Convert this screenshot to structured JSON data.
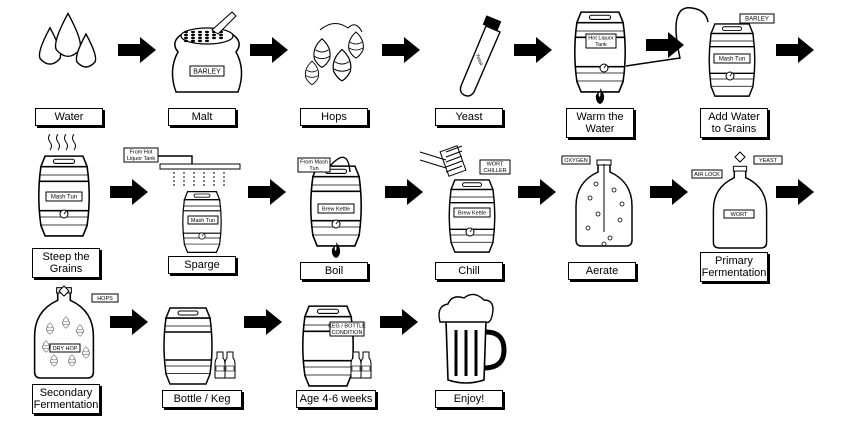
{
  "steps": [
    {
      "label": "Water"
    },
    {
      "label": "Malt",
      "tag": "BARLEY"
    },
    {
      "label": "Hops"
    },
    {
      "label": "Yeast",
      "tag": "Yeast"
    },
    {
      "label": "Warm the\nWater",
      "tag": "Hot Liquor\nTank"
    },
    {
      "label": "Add Water\nto Grains",
      "tag": "Mash Tun",
      "tag2": "BARLEY"
    },
    {
      "label": "Steep the\nGrains",
      "tag": "Mash Tun"
    },
    {
      "label": "Sparge",
      "tag": "Mash Tun",
      "tag2": "From Hot\nLiquor Tank"
    },
    {
      "label": "Boil",
      "tag": "Brew Kettle",
      "tag2": "From Mash\nTun"
    },
    {
      "label": "Chill",
      "tag": "Brew Kettle",
      "tag2": "WORT\nCHILLER"
    },
    {
      "label": "Aerate",
      "tag": "OXYGEN"
    },
    {
      "label": "Primary\nFermentation",
      "tag": "WORT",
      "tag2": "AIR LOCK",
      "tag3": "YEAST"
    },
    {
      "label": "Secondary\nFermentation",
      "tag": "DRY HOP",
      "tag2": "HOPS"
    },
    {
      "label": "Bottle / Keg"
    },
    {
      "label": "Age 4-6 weeks",
      "tag": "KEG / BOTTLE\nCONDITION"
    },
    {
      "label": "Enjoy!"
    }
  ],
  "colors": {
    "line": "#000000",
    "fill": "#ffffff",
    "arrow": "#000000",
    "bubble": "#bbbbbb"
  }
}
